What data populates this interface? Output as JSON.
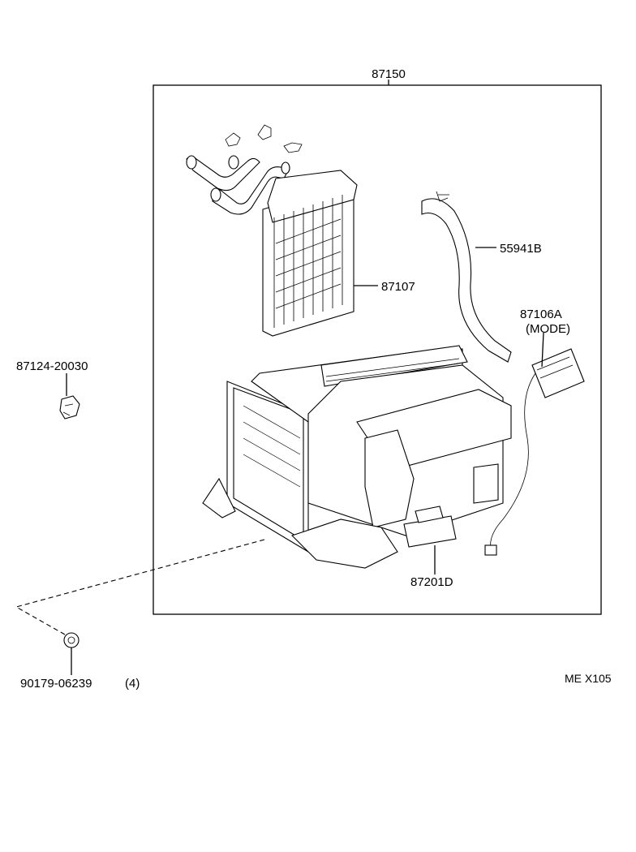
{
  "labels": {
    "assembly": "87150",
    "heater_core": "87107",
    "hose": "55941B",
    "mode_servo": "87106A",
    "mode_servo_note": "(MODE)",
    "clip": "87124-20030",
    "damper_servo": "87201D",
    "nut": "90179-06239",
    "nut_qty": "(4)",
    "diagram_code": "ME X105"
  }
}
